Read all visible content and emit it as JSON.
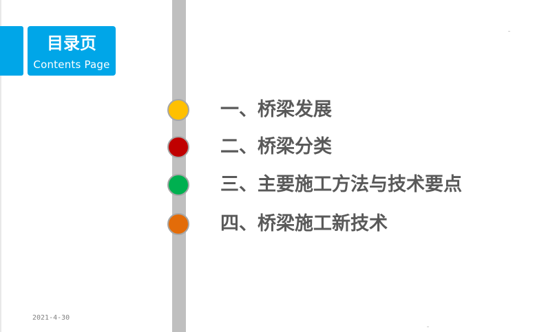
{
  "header": {
    "title": "目录页",
    "subtitle": "Contents Page"
  },
  "toc": {
    "items": [
      {
        "label": "一、桥梁发展",
        "color": "#ffc000"
      },
      {
        "label": "二、桥梁分类",
        "color": "#c00000"
      },
      {
        "label": "三、主要施工方法与技术要点",
        "color": "#00b050"
      },
      {
        "label": "四、桥梁施工新技术",
        "color": "#e36c09"
      }
    ]
  },
  "footer": {
    "date": "2021-4-30"
  },
  "colors": {
    "accent": "#00a6e8",
    "timeline": "#bfbfbf",
    "text": "#595959"
  }
}
